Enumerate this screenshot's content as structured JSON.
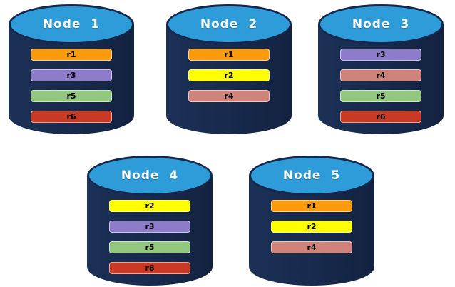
{
  "replica_colors": {
    "r1": "#F99B0C",
    "r2": "#FFFF00",
    "r3": "#8D7CC9",
    "r4": "#D0837B",
    "r5": "#93C77F",
    "r6": "#C93A25"
  },
  "cylinder_colors": {
    "top_ellipse": "#2E9CD9",
    "body": "#17294C",
    "outline": "#14274D"
  },
  "nodes": [
    {
      "label": "Node 1",
      "replicas": [
        "r1",
        "r3",
        "r5",
        "r6"
      ]
    },
    {
      "label": "Node 2",
      "replicas": [
        "r1",
        "r2",
        "r4"
      ]
    },
    {
      "label": "Node 3",
      "replicas": [
        "r3",
        "r4",
        "r5",
        "r6"
      ]
    },
    {
      "label": "Node 4",
      "replicas": [
        "r2",
        "r3",
        "r5",
        "r6"
      ]
    },
    {
      "label": "Node 5",
      "replicas": [
        "r1",
        "r2",
        "r4"
      ]
    }
  ]
}
